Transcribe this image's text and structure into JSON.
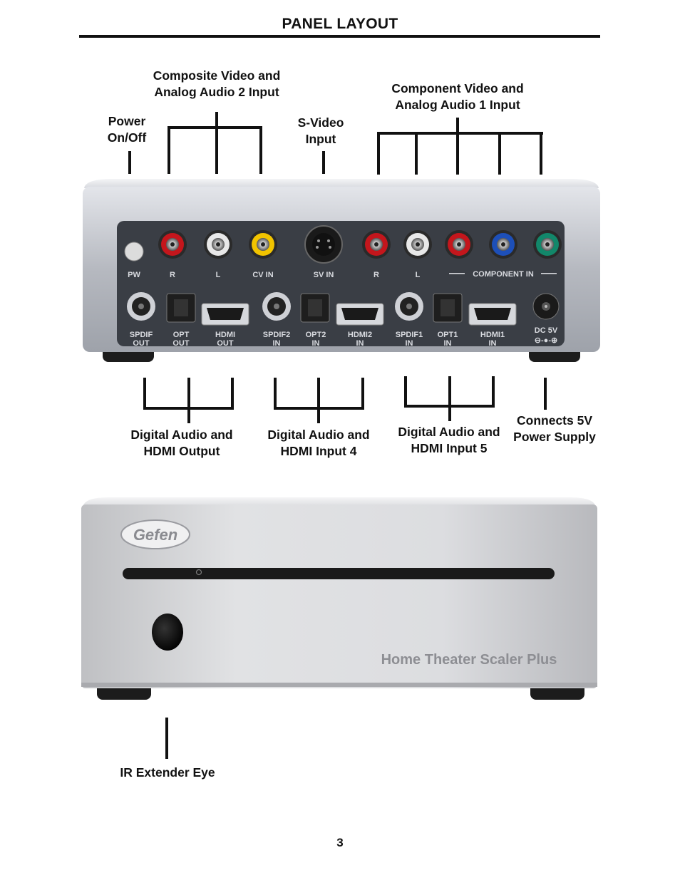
{
  "header": {
    "title": "PANEL LAYOUT"
  },
  "back_panel": {
    "callouts_top": {
      "power": [
        "Power",
        "On/Off"
      ],
      "composite": [
        "Composite Video and",
        "Analog Audio 2 Input"
      ],
      "svideo": [
        "S-Video",
        "Input"
      ],
      "component": [
        "Component Video and",
        "Analog Audio  1 Input"
      ]
    },
    "callouts_bottom": {
      "output": [
        "Digital Audio and",
        "HDMI  Output"
      ],
      "input4": [
        "Digital Audio and",
        "HDMI  Input 4"
      ],
      "input5": [
        "Digital Audio and",
        "HDMI  Input 5"
      ],
      "power_supply": [
        "Connects 5V",
        "Power Supply"
      ]
    },
    "port_labels_top": {
      "pw": "PW",
      "r1": "R",
      "l1": "L",
      "cv": "CV IN",
      "sv": "SV IN",
      "r2": "R",
      "l2": "L",
      "component": "COMPONENT IN"
    },
    "port_labels_bottom": {
      "spdif_out": [
        "SPDIF",
        "OUT"
      ],
      "opt_out": [
        "OPT",
        "OUT"
      ],
      "hdmi_out": [
        "HDMI",
        "OUT"
      ],
      "spdif2": [
        "SPDIF2",
        "IN"
      ],
      "opt2": [
        "OPT2",
        "IN"
      ],
      "hdmi2": [
        "HDMI2",
        "IN"
      ],
      "spdif1": [
        "SPDIF1",
        "IN"
      ],
      "opt1": [
        "OPT1",
        "IN"
      ],
      "hdmi1": [
        "HDMI1",
        "IN"
      ],
      "dc": [
        "DC 5V",
        "⊖-●-⊕"
      ]
    },
    "jack_colors": {
      "red": "#c4161c",
      "white": "#e8e8e8",
      "yellow": "#f2c400",
      "blue": "#1d4fb8",
      "green": "#12876a",
      "panel": "#3a3e45",
      "shell": "#b9bcc3"
    }
  },
  "front_panel": {
    "brand": "Gefen",
    "model": "Home Theater Scaler Plus",
    "callout": "IR Extender Eye",
    "shell_color": "#cfd0d3"
  },
  "footer": {
    "page_number": "3"
  }
}
